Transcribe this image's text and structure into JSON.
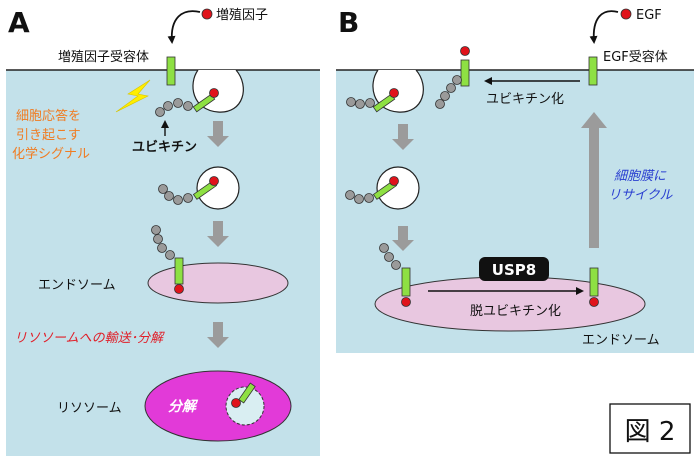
{
  "panel_a": {
    "letter": "A",
    "legend_text": "増殖因子",
    "receptor_label": "増殖因子受容体",
    "signal_lines": [
      "細胞応答を",
      "引き起こす",
      "化学シグナル"
    ],
    "ubiquitin_label": "ユビキチン",
    "endosome_label": "エンドソーム",
    "transport_label": "リソソームへの輸送･分解",
    "lysosome_label": "リソソーム",
    "degradation_label": "分解"
  },
  "panel_b": {
    "letter": "B",
    "legend_text": "EGF",
    "receptor_label": "EGF受容体",
    "ubiquitination_label": "ユビキチン化",
    "recycle_lines": [
      "細胞膜に",
      "リサイクル"
    ],
    "usp8_label": "USP8",
    "deubiquitination_label": "脱ユビキチン化",
    "endosome_label": "エンドソーム"
  },
  "figure_label": "図 2",
  "colors": {
    "cytoplasm": "#c3e1ea",
    "receptor": "#8ee043",
    "ligand": "#e0131b",
    "ubiquitin": "#9a9a9a",
    "endosome": "#e8c7e0",
    "lysosome": "#e23ad8",
    "arrow_gray": "#9b9b9b",
    "signal_text": "#f07c22",
    "transport_text": "#e0202a",
    "recycle_text": "#2a3fd0",
    "bolt": "#ffee00"
  }
}
